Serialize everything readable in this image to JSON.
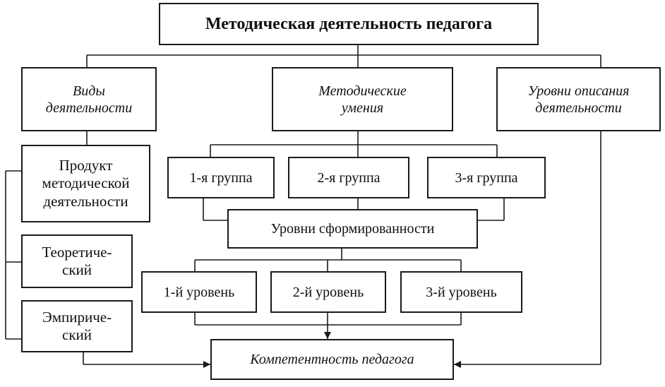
{
  "diagram": {
    "title": "Методическая деятельность педагога",
    "branches": {
      "types": "Виды деятельности",
      "skills": "Методические умения",
      "levels_description": "Уровни описания деятельности"
    },
    "types_items": {
      "product": "Продукт методической деятельности",
      "theoretical": "Теоретиче-ский",
      "empirical": "Эмпириче-ский"
    },
    "groups": [
      "1-я группа",
      "2-я группа",
      "3-я группа"
    ],
    "formation_levels": "Уровни сформированности",
    "levels": [
      "1-й уровень",
      "2-й уровень",
      "3-й уровень"
    ],
    "result": "Компетентность педагога"
  },
  "colors": {
    "line": "#1a1a1a",
    "box_border": "#1a1a1a",
    "background": "#ffffff"
  }
}
